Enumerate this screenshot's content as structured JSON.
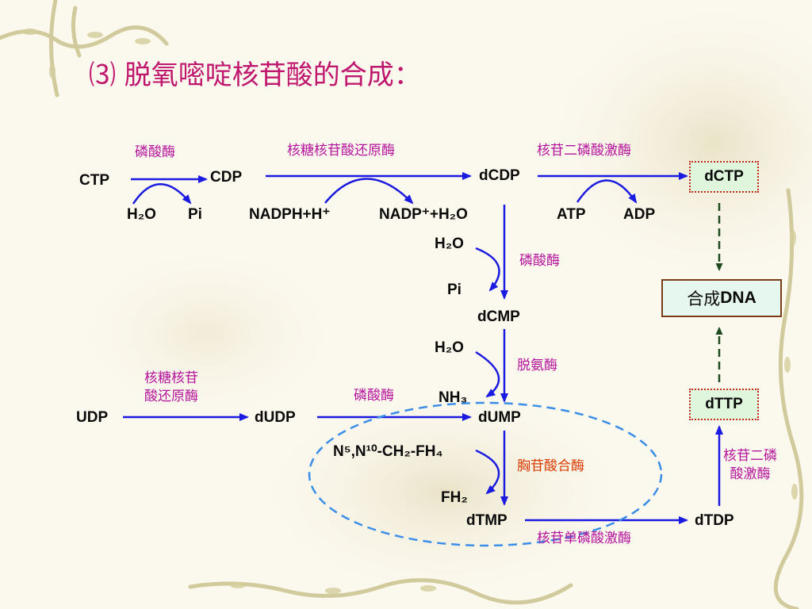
{
  "title": "⑶ 脱氧嘧啶核苷酸的合成：",
  "molecules": {
    "ctp": "CTP",
    "cdp": "CDP",
    "dcdp": "dCDP",
    "dctp": "dCTP",
    "dcmp": "dCMP",
    "dump": "dUMP",
    "dtmp": "dTMP",
    "dtdp": "dTDP",
    "dttp": "dTTP",
    "udp": "UDP",
    "dudp": "dUDP",
    "pi_1": "Pi",
    "pi_2": "Pi",
    "nadph": "NADPH+H⁺",
    "atp": "ATP",
    "adp": "ADP"
  },
  "cofactors": {
    "h2o": "H₂O",
    "nadp_h2o": "NADP⁺+H₂O",
    "nh3": "NH₃",
    "methylene_thf": "N⁵,N¹⁰-CH₂-FH₄",
    "fh2": "FH₂"
  },
  "enzymes": {
    "phosphatase": "磷酸酶",
    "ribonucleotide_reductase": "核糖核苷酸还原酶",
    "ribonucleotide_reductase_line1": "核糖核苷",
    "ribonucleotide_reductase_line2": "酸还原酶",
    "ndp_kinase": "核苷二磷酸激酶",
    "ndp_kinase_line1": "核苷二磷",
    "ndp_kinase_line2": "酸激酶",
    "deaminase": "脱氨酶",
    "thymidylate_synthase": "胸苷酸合酶",
    "nmp_kinase": "核苷单磷酸激酶"
  },
  "dna_box": {
    "prefix": "合成",
    "suffix": "DNA"
  },
  "colors": {
    "title": "#c0176e",
    "enzyme": "#b4149b",
    "synthase": "#d83a00",
    "arrow": "#1a1ae0",
    "dashed_arrow": "#1f4a1f",
    "ellipse": "#3a8ee8",
    "dctp_box_fill": "#dff5dc",
    "dctp_box_border": "#c8281e",
    "dna_box_fill": "#e6f7ef",
    "dna_box_border": "#7a3d1a"
  }
}
